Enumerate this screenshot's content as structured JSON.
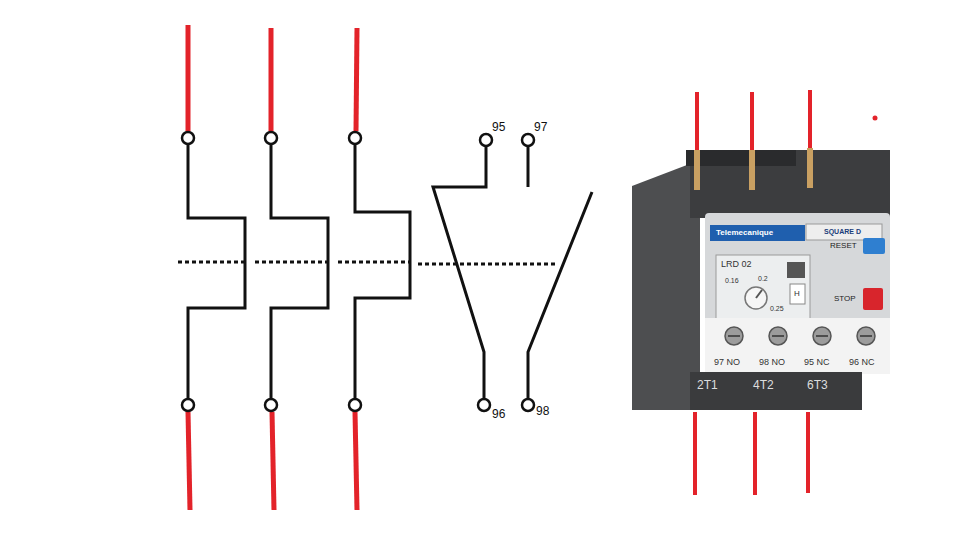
{
  "diagram": {
    "labels": [
      "95",
      "97",
      "96",
      "98",
      "Telemecanique",
      "SQUARE D",
      "RESET",
      "LRD 02",
      "0.16",
      "0.2",
      "0.25",
      "H",
      "STOP",
      "97 NO",
      "98 NO",
      "95 NC",
      "96 NC",
      "2T1",
      "4T2",
      "6T3"
    ]
  }
}
